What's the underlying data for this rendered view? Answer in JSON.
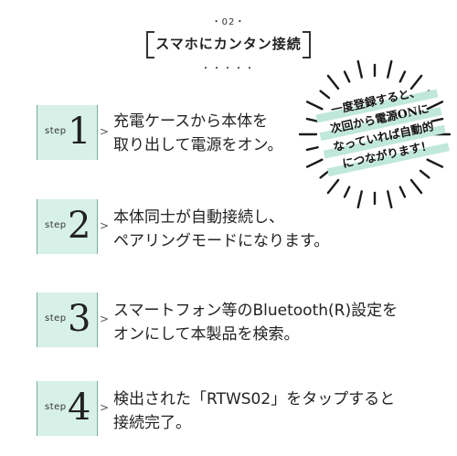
{
  "header": {
    "section_no": "・02・",
    "title": "スマホにカンタン接続",
    "dots": "・・・・・"
  },
  "badge": {
    "lines": [
      "一度登録すると、",
      "次回から電源ONに",
      "なっていれば自動的",
      "につながります！"
    ]
  },
  "steps": [
    {
      "word": "step",
      "num": "1",
      "line1": "充電ケースから本体を",
      "line2": "取り出して電源をオン。"
    },
    {
      "word": "step",
      "num": "2",
      "line1": "本体同士が自動接続し、",
      "line2": "ペアリングモードになります。"
    },
    {
      "word": "step",
      "num": "3",
      "line1": "スマートフォン等のBluetooth(R)設定を",
      "line2": "オンにして本製品を検索。"
    },
    {
      "word": "step",
      "num": "4",
      "line1": "検出された「RTWS02」をタップすると",
      "line2": "接続完了。"
    }
  ],
  "colors": {
    "step_bg": "#d8f1e8",
    "accent": "#bfe8da"
  }
}
